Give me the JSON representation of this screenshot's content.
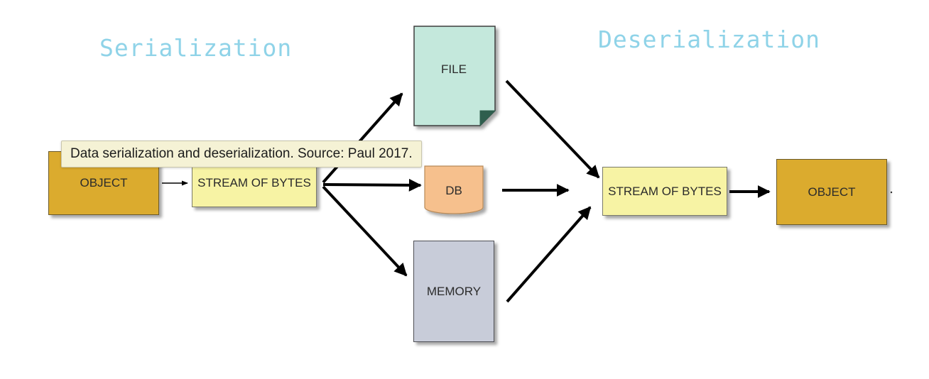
{
  "headings": {
    "serialization": "Serialization",
    "deserialization": "Deserialization"
  },
  "nodes": {
    "object_left": "OBJECT",
    "stream_left": "STREAM OF BYTES",
    "file": "FILE",
    "db": "DB",
    "memory": "MEMORY",
    "stream_right": "STREAM OF BYTES",
    "object_right": "OBJECT"
  },
  "tooltip": "Data serialization and deserialization. Source: Paul 2017.",
  "colors": {
    "heading": "#8fd3e8",
    "object": "#dbab2e",
    "stream": "#f7f3a4",
    "file": "#c4e8dc",
    "db": "#f6c08d",
    "memory": "#c8ccd9",
    "tooltip_bg": "#f5f2d5"
  }
}
